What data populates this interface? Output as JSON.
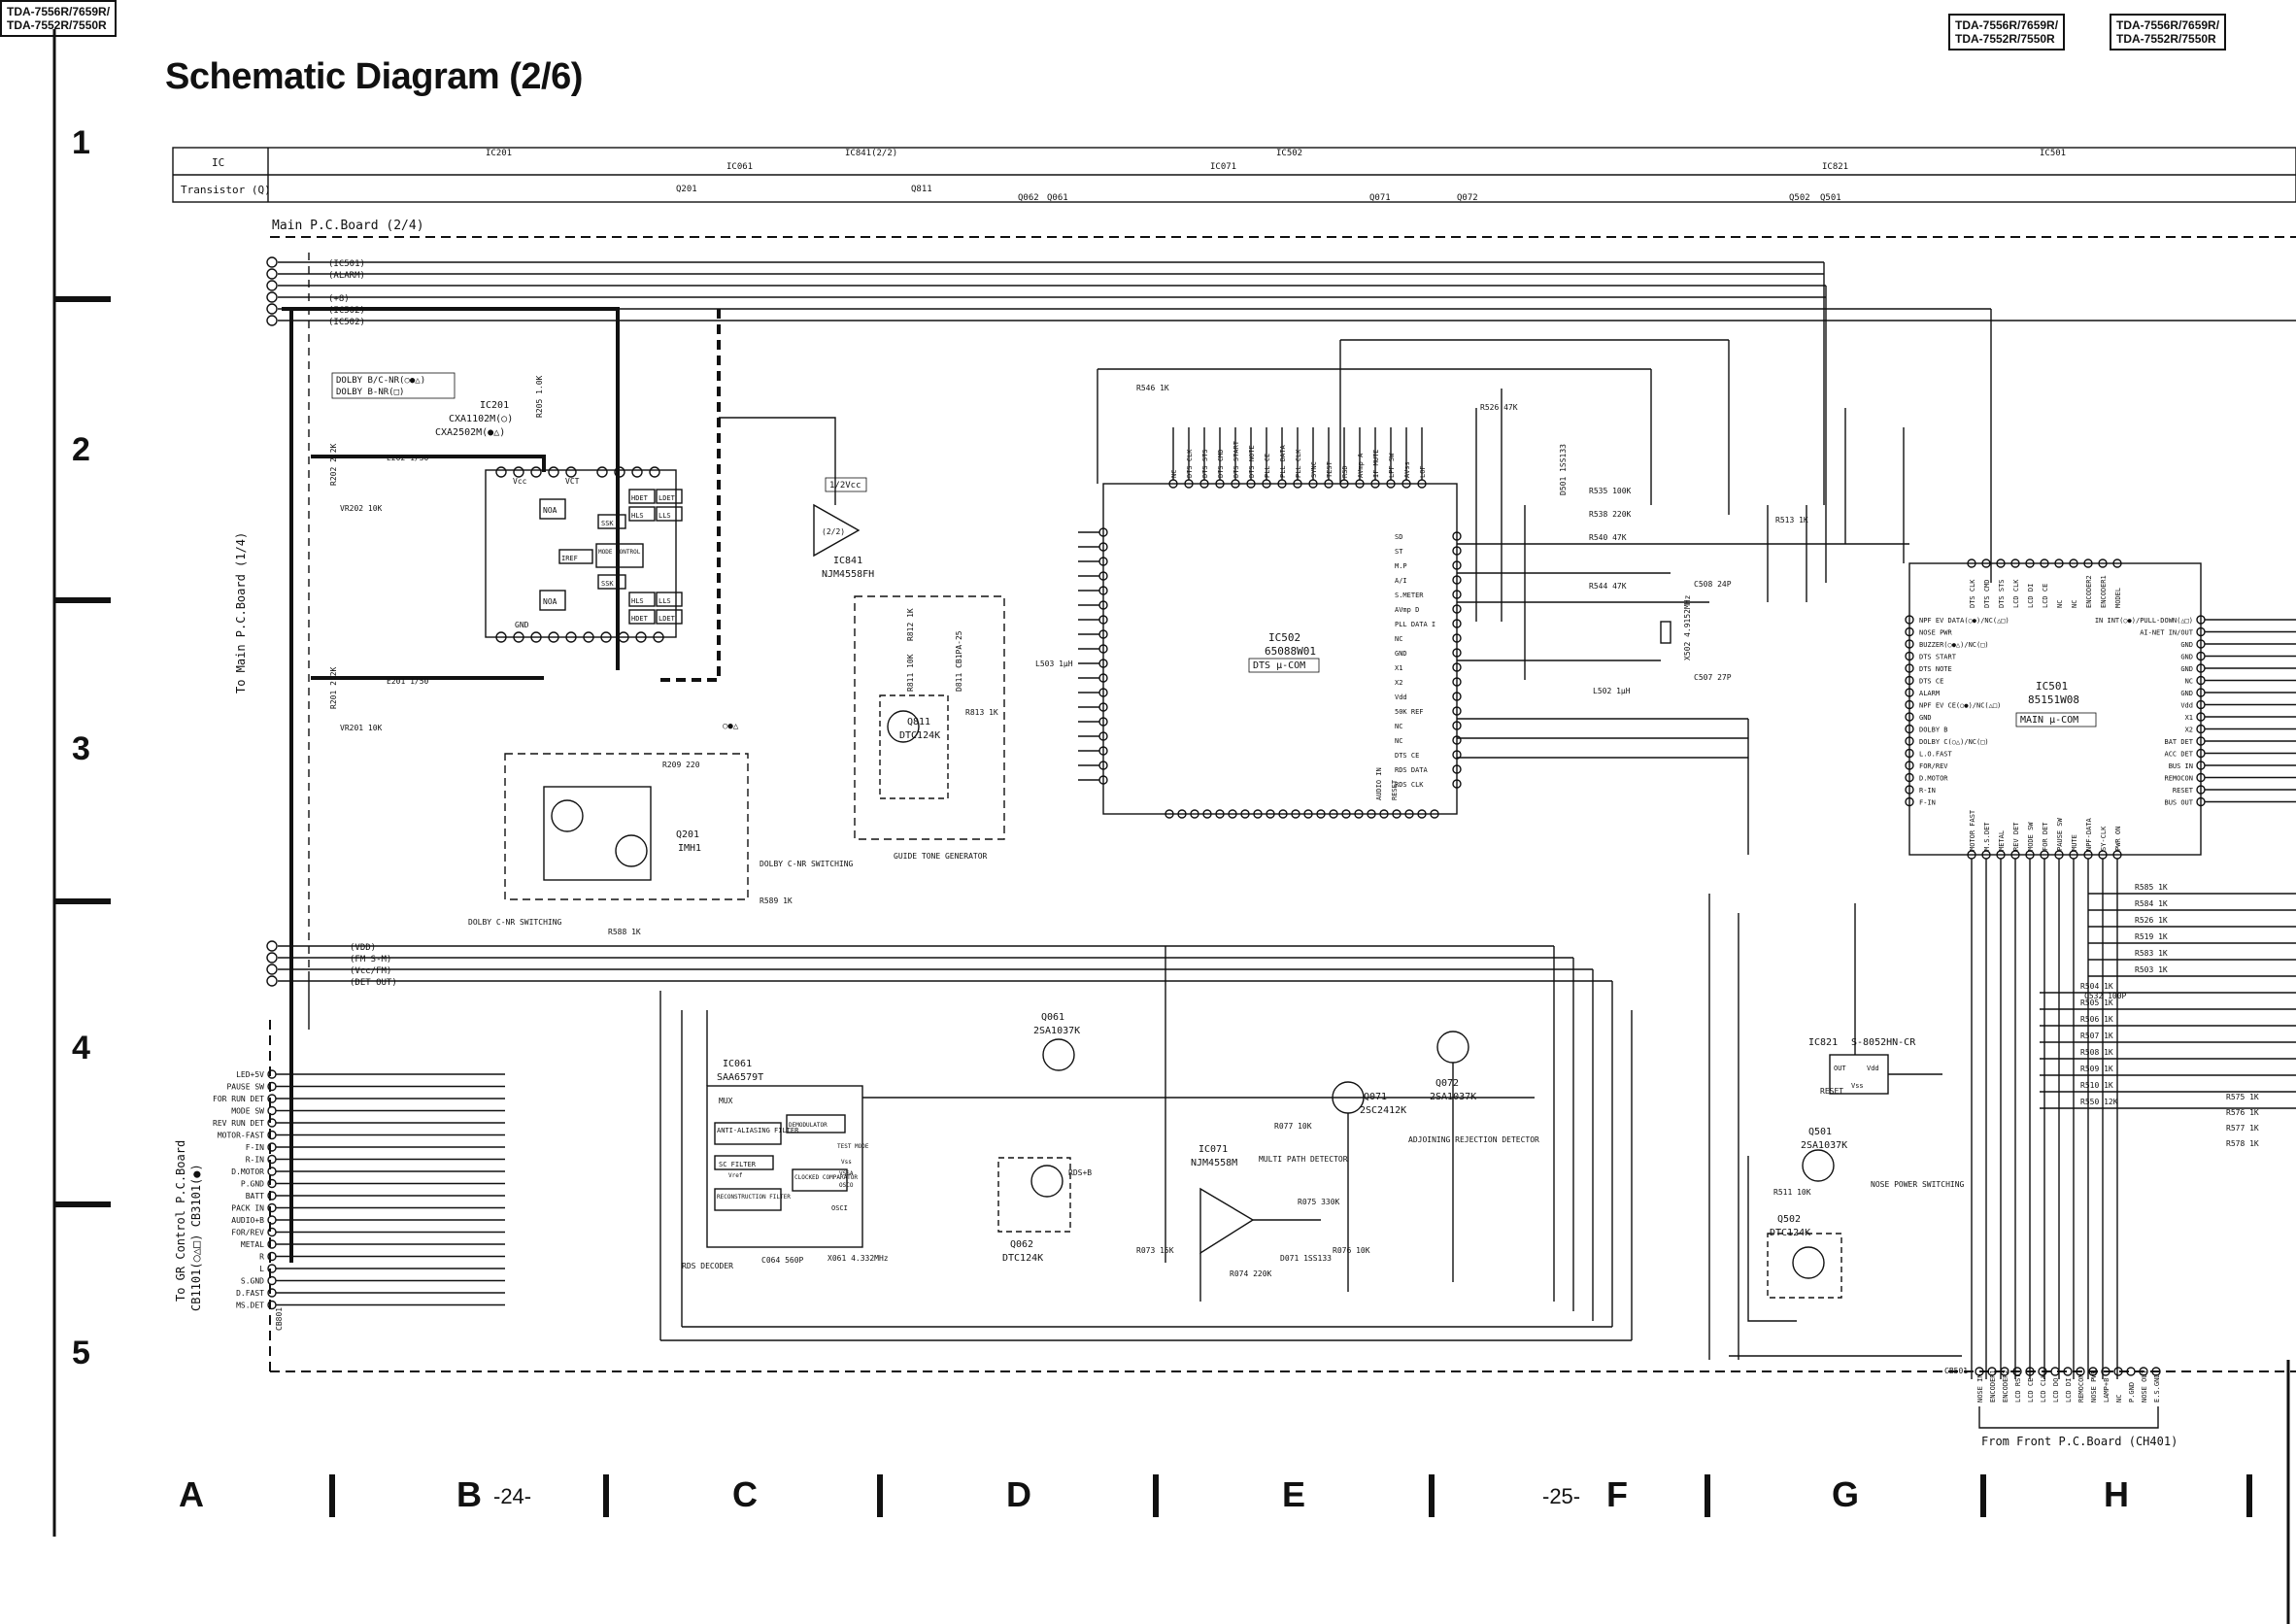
{
  "header": {
    "model_left": [
      "TDA-7556R/7659R/",
      "TDA-7552R/7550R"
    ],
    "model_right_a": [
      "TDA-7556R/7659R/",
      "TDA-7552R/7550R"
    ],
    "model_right_b": [
      "TDA-7556R/7659R/",
      "TDA-7552R/7550R"
    ],
    "title": "Schematic Diagram (2/6)"
  },
  "grid": {
    "rows": [
      "1",
      "2",
      "3",
      "4",
      "5"
    ],
    "columns": [
      "A",
      "B",
      "C",
      "D",
      "E",
      "F",
      "G",
      "H"
    ],
    "page_left": "-24-",
    "page_right": "-25-"
  },
  "ref_table": {
    "ic_label": "IC",
    "transistor_label": "Transistor (Q)",
    "ic_refs": [
      "IC201",
      "IC061",
      "IC841(2/2)",
      "IC071",
      "IC502",
      "IC821",
      "IC501"
    ],
    "transistor_refs": [
      "Q201",
      "Q811",
      "Q062",
      "Q061",
      "Q071",
      "Q072",
      "Q502",
      "Q501"
    ]
  },
  "board": {
    "main_label": "Main P.C.Board (2/4)",
    "to_main": "To Main P.C.Board (1/4)",
    "to_gr_1": "To GR Control P.C.Board",
    "to_gr_2": "CB1101(○△□) CB3101(●)",
    "from_front": "From Front P.C.Board (CH401)"
  },
  "top_bus": [
    "(IC501)",
    "(ALARM)",
    "(+8)",
    "(IC502)",
    "(IC502)"
  ],
  "mid_bus": [
    "(VDD)",
    "(FM S-M)",
    "(Vcc/FM)",
    "(DET OUT)"
  ],
  "connector_pins": [
    "LED+5V",
    "PAUSE SW",
    "FOR RUN DET",
    "MODE SW",
    "REV RUN DET",
    "MOTOR-FAST",
    "F-IN",
    "R-IN",
    "D.MOTOR",
    "P.GND",
    "BATT",
    "PACK IN",
    "AUDIO+B",
    "FOR/REV",
    "METAL",
    "R",
    "L",
    "S.GND",
    "D.FAST",
    "MS.DET"
  ],
  "components": {
    "ic201": {
      "ref": "IC201",
      "part_1": "CXA1102M(○)",
      "part_2": "CXA2502M(●△)"
    },
    "dolby_note": {
      "line_1": "DOLBY B/C-NR(○●△)",
      "line_2": "DOLBY B-NR(□)"
    },
    "ic841": {
      "ref": "IC841",
      "part": "NJM4558FH",
      "unit": "(2/2)"
    },
    "ic502": {
      "ref": "IC502",
      "part": "65088W01",
      "func": "DTS μ-COM"
    },
    "ic501": {
      "ref": "IC501",
      "part": "85151W08",
      "func": "MAIN μ-COM"
    },
    "ic061": {
      "ref": "IC061",
      "part": "SAA6579T"
    },
    "ic071": {
      "ref": "IC071",
      "part": "NJM4558M"
    },
    "ic821": {
      "ref": "IC821",
      "part": "S-8052HN-CR"
    },
    "q201": {
      "ref": "Q201",
      "part": "IMH1"
    },
    "q811": {
      "ref": "Q811",
      "part": "DTC124K"
    },
    "q061": {
      "ref": "Q061",
      "part": "2SA1037K"
    },
    "q062": {
      "ref": "Q062",
      "part": "DTC124K"
    },
    "q071": {
      "ref": "Q071",
      "part": "2SC2412K"
    },
    "q072": {
      "ref": "Q072",
      "part": "2SA1037K"
    },
    "q501": {
      "ref": "Q501",
      "part": "2SA1037K"
    },
    "q502": {
      "ref": "Q502",
      "part": "DTC124K"
    }
  },
  "callouts": {
    "vcc_half": "1/2Vcc",
    "dolby_c_switching_1": "DOLBY C-NR SWITCHING",
    "dolby_c_switching_2": "DOLBY C-NR SWITCHING",
    "guide_tone": "GUIDE TONE GENERATOR",
    "rds_decoder": "RDS DECODER",
    "rds_b": "RDS+B",
    "multipath": "MULTI PATH DETECTOR",
    "adjoining": "ADJOINING REJECTION DETECTOR",
    "reset": "RESET",
    "nose_power": "NOSE POWER SWITCHING"
  },
  "ic502_right_pins": [
    "SD",
    "ST",
    "M.P",
    "A/I",
    "S.METER",
    "AVmp D",
    "PLL DATA I",
    "NC",
    "GND",
    "X1",
    "X2",
    "Vdd",
    "50K REF",
    "NC",
    "NC",
    "DTS CE",
    "RDS DATA",
    "RDS CLK"
  ],
  "ic502_top_pins": [
    "NC",
    "DTS CLK",
    "DTS STS",
    "DTS CMD",
    "DTS START",
    "DTS NOTE",
    "PLL CE",
    "PLL DATA",
    "PLL CLK",
    "SYNC",
    "TEST",
    "RSD",
    "AVmp A",
    "IF MUTE",
    "LPF SW",
    "AVss",
    "LOF"
  ],
  "ic502_bottom_pins": [
    "AUDIO IN",
    "RESET"
  ],
  "ic501_left_pins": [
    "NPF EV DATA(○●)/NC(△□)",
    "NOSE PWR",
    "BUZZER(○●△)/NC(□)",
    "DTS START",
    "DTS NOTE",
    "DTS CE",
    "ALARM",
    "NPF EV CE(○●)/NC(△□)",
    "GND",
    "DOLBY B",
    "DOLBY C(○△)/NC(□)",
    "L.O.FAST",
    "FOR/REV",
    "D.MOTOR",
    "R-IN",
    "F-IN"
  ],
  "ic501_right_pins": [
    "IN INT(○●)/PULL-DOWN(△□)",
    "AI-NET IN/OUT",
    "GND",
    "GND",
    "GND",
    "NC",
    "GND",
    "Vdd",
    "X1",
    "X2",
    "BAT DET",
    "ACC DET",
    "BUS IN",
    "REMOCON",
    "RESET",
    "BUS OUT"
  ],
  "ic501_top_pins": [
    "DTS CLK",
    "DTS CMD",
    "DTS STS",
    "LCD CLK",
    "LCD DI",
    "LCD CE",
    "NC",
    "NC",
    "ENCODER2",
    "ENCODER1",
    "MODEL"
  ],
  "ic501_bottom_pins": [
    "MOTOR FAST",
    "M.S.DET",
    "METAL",
    "REV DET",
    "MODE SW",
    "FOR DET",
    "PAUSE SW",
    "MUTE",
    "NPF-DATA",
    "SY-CLK",
    "PWR ON"
  ],
  "ic061_blocks": [
    "MUX",
    "ANTI-ALIASING FILTER",
    "SC FILTER",
    "RECONSTRUCTION FILTER",
    "CLOCKED COMPARATOR",
    "DEMODULATOR",
    "TEST MODE",
    "OSCI",
    "VSSA",
    "OSCO",
    "Vss",
    "Vref"
  ],
  "ic201_blocks": [
    "VCT",
    "Vcc",
    "GND",
    "NOA",
    "NOA",
    "HDET",
    "LDET",
    "HLS",
    "LLS",
    "SSK",
    "SSK",
    "IREF",
    "MODE CONTROL",
    "HLS",
    "LLS",
    "HDET",
    "LDET"
  ],
  "front_pins": [
    "NOSE IN",
    "ENCODER1",
    "ENCODER2",
    "LCD RST",
    "LCD CE",
    "LCD CLK",
    "LCD DO",
    "LCD DI",
    "REMOCON",
    "NOSE PWR",
    "LAMP+B",
    "NC",
    "P.GND",
    "NOSE OUT",
    "E.S.GND"
  ],
  "resistors": [
    {
      "ref": "R546 1K"
    },
    {
      "ref": "R526 47K"
    },
    {
      "ref": "R535 100K"
    },
    {
      "ref": "R538 220K"
    },
    {
      "ref": "R540 47K"
    },
    {
      "ref": "R544 47K"
    },
    {
      "ref": "R513 1K"
    },
    {
      "ref": "R209 220"
    },
    {
      "ref": "R589 1K"
    },
    {
      "ref": "R588 1K"
    },
    {
      "ref": "R813 1K"
    },
    {
      "ref": "R812 1K"
    },
    {
      "ref": "R811 10K"
    },
    {
      "ref": "R585 1K"
    },
    {
      "ref": "R584 1K"
    },
    {
      "ref": "R526 1K"
    },
    {
      "ref": "R519 1K"
    },
    {
      "ref": "R583 1K"
    },
    {
      "ref": "R503 1K"
    },
    {
      "ref": "R504 1K"
    },
    {
      "ref": "R505 1K"
    },
    {
      "ref": "R506 1K"
    },
    {
      "ref": "R507 1K"
    },
    {
      "ref": "R508 1K"
    },
    {
      "ref": "R509 1K"
    },
    {
      "ref": "R510 1K"
    },
    {
      "ref": "R550 12K"
    },
    {
      "ref": "R575 1K"
    },
    {
      "ref": "R576 1K"
    },
    {
      "ref": "R577 1K"
    },
    {
      "ref": "R578 1K"
    },
    {
      "ref": "R511 10K"
    },
    {
      "ref": "R075 330K"
    },
    {
      "ref": "R077 10K"
    },
    {
      "ref": "R073 15K"
    },
    {
      "ref": "R074 220K"
    },
    {
      "ref": "R076 10K"
    },
    {
      "ref": "R202 2.2K"
    },
    {
      "ref": "R201 2.2K"
    },
    {
      "ref": "R205 1.0K"
    }
  ],
  "misc": {
    "l503": "L503 1μH",
    "l502": "L502 1μH",
    "x502": "X502 4.9152MHz",
    "x061": "X061 4.332MHz",
    "c508": "C508 24P",
    "c507": "C507 27P",
    "c532": "C532 100P",
    "c064": "C064 560P",
    "d071": "D071 1SS133",
    "d501": "D501 1SS133",
    "e201": "E201 1/50",
    "e202": "E202 1/50",
    "vr202": "VR202 10K",
    "vr201": "VR201 10K",
    "cb501": "CB501",
    "cb801": "CB801",
    "d811": "D811 CB1PA-25",
    "vss": "Vss",
    "out": "OUT",
    "vdd": "Vdd",
    "symbols": "○●△"
  },
  "colors": {
    "ink": "#111111",
    "paper": "#ffffff"
  }
}
